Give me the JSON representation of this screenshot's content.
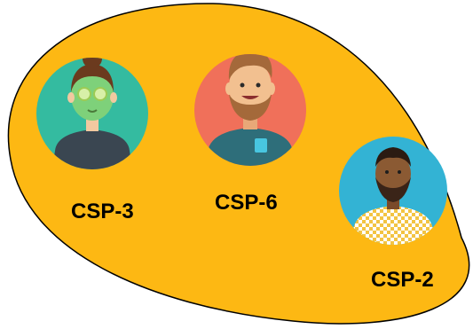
{
  "colors": {
    "blob_fill": "#FDB813",
    "blob_stroke": "#000000"
  },
  "avatars": [
    {
      "label": "CSP-3",
      "icon": "woman-face-mask-avatar-icon",
      "bg": "#34BBA0"
    },
    {
      "label": "CSP-6",
      "icon": "bearded-man-avatar-icon",
      "bg": "#F0705A"
    },
    {
      "label": "CSP-2",
      "icon": "man-plaid-shirt-avatar-icon",
      "bg": "#33B3D4"
    }
  ]
}
